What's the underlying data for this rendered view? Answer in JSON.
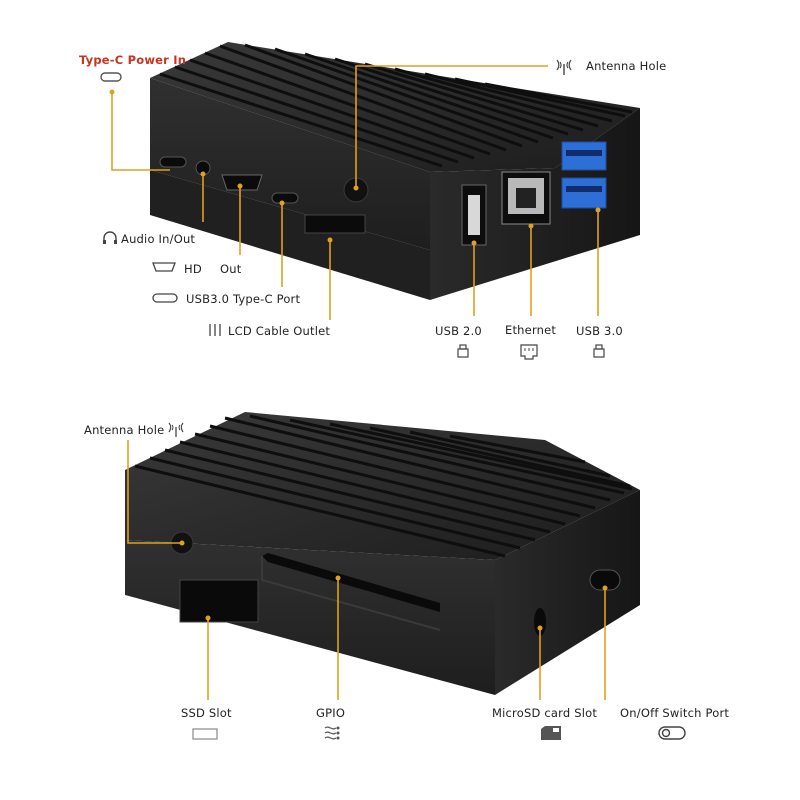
{
  "colors": {
    "leader": "#e0a020",
    "case": "#2c2c2c",
    "case_dark": "#1a1a1a",
    "title_red": "#c8351f",
    "usb3_blue": "#2d6fd6"
  },
  "top_view": {
    "labels": {
      "power": "Type-C Power In",
      "antenna": "Antenna Hole",
      "audio": "Audio In/Out",
      "hd": "HD",
      "out": "Out",
      "usb_c": "USB3.0 Type-C Port",
      "lcd": "LCD Cable Outlet",
      "usb2": "USB 2.0",
      "ethernet": "Ethernet",
      "usb3": "USB 3.0"
    },
    "icons": [
      "usb-c-icon",
      "antenna-icon",
      "headphone-icon",
      "hdmi-icon",
      "usb-c-small-icon",
      "lcd-bars-icon",
      "usb-a-icon",
      "ethernet-port-icon",
      "usb-a-icon"
    ]
  },
  "bottom_view": {
    "labels": {
      "antenna": "Antenna Hole",
      "ssd": "SSD Slot",
      "gpio": "GPIO",
      "microsd": "MicroSD card Slot",
      "onoff": "On/Off Switch Port"
    },
    "icons": [
      "antenna-icon",
      "ssd-icon",
      "gpio-icon",
      "microsd-icon",
      "toggle-switch-icon"
    ]
  }
}
